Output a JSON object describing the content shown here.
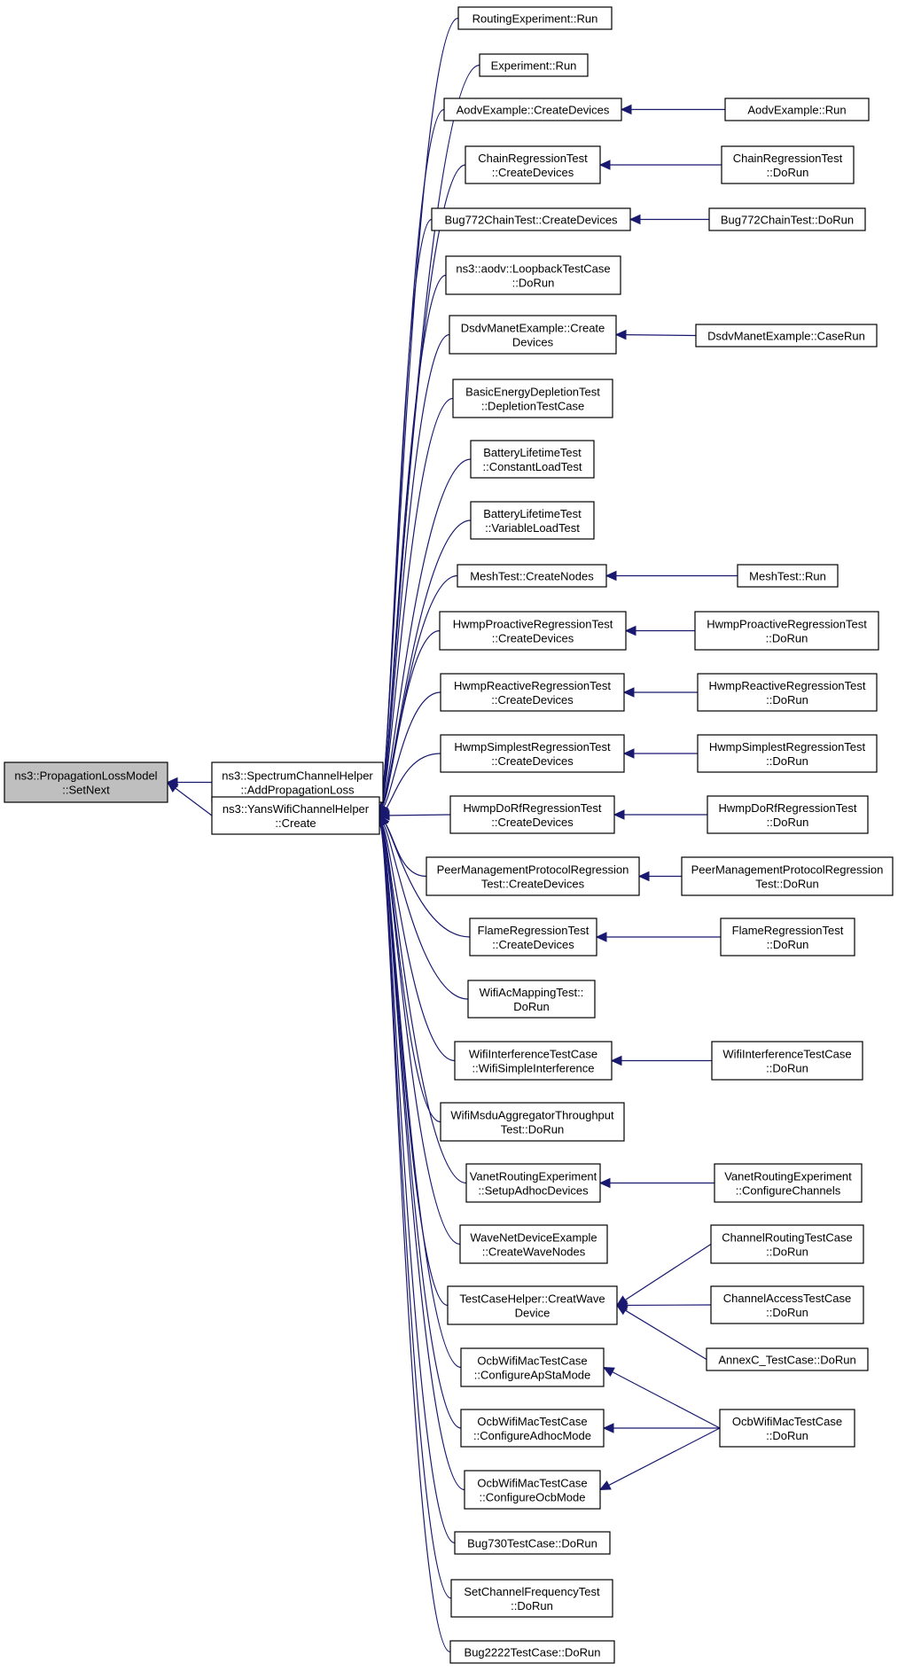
{
  "nodes": [
    {
      "id": "setnext",
      "lines": [
        "ns3::PropagationLossModel",
        "::SetNext"
      ],
      "root": true
    },
    {
      "id": "spectrum",
      "lines": [
        "ns3::SpectrumChannelHelper",
        "::AddPropagationLoss"
      ]
    },
    {
      "id": "yans",
      "lines": [
        "ns3::YansWifiChannelHelper",
        "::Create"
      ]
    },
    {
      "id": "routing_exp",
      "lines": [
        "RoutingExperiment::Run"
      ]
    },
    {
      "id": "experiment",
      "lines": [
        "Experiment::Run"
      ]
    },
    {
      "id": "aodv_create",
      "lines": [
        "AodvExample::CreateDevices"
      ]
    },
    {
      "id": "aodv_run",
      "lines": [
        "AodvExample::Run"
      ]
    },
    {
      "id": "chain_create",
      "lines": [
        "ChainRegressionTest",
        "::CreateDevices"
      ]
    },
    {
      "id": "chain_run",
      "lines": [
        "ChainRegressionTest",
        "::DoRun"
      ]
    },
    {
      "id": "bug772_create",
      "lines": [
        "Bug772ChainTest::CreateDevices"
      ]
    },
    {
      "id": "bug772_run",
      "lines": [
        "Bug772ChainTest::DoRun"
      ]
    },
    {
      "id": "loopback",
      "lines": [
        "ns3::aodv::LoopbackTestCase",
        "::DoRun"
      ]
    },
    {
      "id": "dsdv_create",
      "lines": [
        "DsdvManetExample::Create",
        "Devices"
      ]
    },
    {
      "id": "dsdv_run",
      "lines": [
        "DsdvManetExample::CaseRun"
      ]
    },
    {
      "id": "energy",
      "lines": [
        "BasicEnergyDepletionTest",
        "::DepletionTestCase"
      ]
    },
    {
      "id": "battery_const",
      "lines": [
        "BatteryLifetimeTest",
        "::ConstantLoadTest"
      ]
    },
    {
      "id": "battery_var",
      "lines": [
        "BatteryLifetimeTest",
        "::VariableLoadTest"
      ]
    },
    {
      "id": "mesh_create",
      "lines": [
        "MeshTest::CreateNodes"
      ]
    },
    {
      "id": "mesh_run",
      "lines": [
        "MeshTest::Run"
      ]
    },
    {
      "id": "hwmp_pro_create",
      "lines": [
        "HwmpProactiveRegressionTest",
        "::CreateDevices"
      ]
    },
    {
      "id": "hwmp_pro_run",
      "lines": [
        "HwmpProactiveRegressionTest",
        "::DoRun"
      ]
    },
    {
      "id": "hwmp_re_create",
      "lines": [
        "HwmpReactiveRegressionTest",
        "::CreateDevices"
      ]
    },
    {
      "id": "hwmp_re_run",
      "lines": [
        "HwmpReactiveRegressionTest",
        "::DoRun"
      ]
    },
    {
      "id": "hwmp_simp_create",
      "lines": [
        "HwmpSimplestRegressionTest",
        "::CreateDevices"
      ]
    },
    {
      "id": "hwmp_simp_run",
      "lines": [
        "HwmpSimplestRegressionTest",
        "::DoRun"
      ]
    },
    {
      "id": "hwmp_dorf_create",
      "lines": [
        "HwmpDoRfRegressionTest",
        "::CreateDevices"
      ]
    },
    {
      "id": "hwmp_dorf_run",
      "lines": [
        "HwmpDoRfRegressionTest",
        "::DoRun"
      ]
    },
    {
      "id": "peer_create",
      "lines": [
        "PeerManagementProtocolRegression",
        "Test::CreateDevices"
      ]
    },
    {
      "id": "peer_run",
      "lines": [
        "PeerManagementProtocolRegression",
        "Test::DoRun"
      ]
    },
    {
      "id": "flame_create",
      "lines": [
        "FlameRegressionTest",
        "::CreateDevices"
      ]
    },
    {
      "id": "flame_run",
      "lines": [
        "FlameRegressionTest",
        "::DoRun"
      ]
    },
    {
      "id": "wifiac",
      "lines": [
        "WifiAcMappingTest::",
        "DoRun"
      ]
    },
    {
      "id": "wifiint_create",
      "lines": [
        "WifiInterferenceTestCase",
        "::WifiSimpleInterference"
      ]
    },
    {
      "id": "wifiint_run",
      "lines": [
        "WifiInterferenceTestCase",
        "::DoRun"
      ]
    },
    {
      "id": "wifimsdu",
      "lines": [
        "WifiMsduAggregatorThroughput",
        "Test::DoRun"
      ]
    },
    {
      "id": "vanet_setup",
      "lines": [
        "VanetRoutingExperiment",
        "::SetupAdhocDevices"
      ]
    },
    {
      "id": "vanet_conf",
      "lines": [
        "VanetRoutingExperiment",
        "::ConfigureChannels"
      ]
    },
    {
      "id": "wavenet",
      "lines": [
        "WaveNetDeviceExample",
        "::CreateWaveNodes"
      ]
    },
    {
      "id": "tchelper",
      "lines": [
        "TestCaseHelper::CreatWave",
        "Device"
      ]
    },
    {
      "id": "chrouting",
      "lines": [
        "ChannelRoutingTestCase",
        "::DoRun"
      ]
    },
    {
      "id": "chaccess",
      "lines": [
        "ChannelAccessTestCase",
        "::DoRun"
      ]
    },
    {
      "id": "annexc",
      "lines": [
        "AnnexC_TestCase::DoRun"
      ]
    },
    {
      "id": "ocb_apsta",
      "lines": [
        "OcbWifiMacTestCase",
        "::ConfigureApStaMode"
      ]
    },
    {
      "id": "ocb_adhoc",
      "lines": [
        "OcbWifiMacTestCase",
        "::ConfigureAdhocMode"
      ]
    },
    {
      "id": "ocb_ocb",
      "lines": [
        "OcbWifiMacTestCase",
        "::ConfigureOcbMode"
      ]
    },
    {
      "id": "ocb_run",
      "lines": [
        "OcbWifiMacTestCase",
        "::DoRun"
      ]
    },
    {
      "id": "bug730",
      "lines": [
        "Bug730TestCase::DoRun"
      ]
    },
    {
      "id": "setchannel",
      "lines": [
        "SetChannelFrequencyTest",
        "::DoRun"
      ]
    },
    {
      "id": "bug2222",
      "lines": [
        "Bug2222TestCase::DoRun"
      ]
    }
  ],
  "edges": [
    [
      "spectrum",
      "setnext"
    ],
    [
      "yans",
      "setnext"
    ],
    [
      "routing_exp",
      "yans"
    ],
    [
      "experiment",
      "yans"
    ],
    [
      "aodv_create",
      "yans"
    ],
    [
      "chain_create",
      "yans"
    ],
    [
      "bug772_create",
      "yans"
    ],
    [
      "loopback",
      "yans"
    ],
    [
      "dsdv_create",
      "yans"
    ],
    [
      "energy",
      "yans"
    ],
    [
      "battery_const",
      "yans"
    ],
    [
      "battery_var",
      "yans"
    ],
    [
      "mesh_create",
      "yans"
    ],
    [
      "hwmp_pro_create",
      "yans"
    ],
    [
      "hwmp_re_create",
      "yans"
    ],
    [
      "hwmp_simp_create",
      "yans"
    ],
    [
      "hwmp_dorf_create",
      "yans"
    ],
    [
      "peer_create",
      "yans"
    ],
    [
      "flame_create",
      "yans"
    ],
    [
      "wifiac",
      "yans"
    ],
    [
      "wifiint_create",
      "yans"
    ],
    [
      "wifimsdu",
      "yans"
    ],
    [
      "vanet_setup",
      "yans"
    ],
    [
      "wavenet",
      "yans"
    ],
    [
      "tchelper",
      "yans"
    ],
    [
      "ocb_apsta",
      "yans"
    ],
    [
      "ocb_adhoc",
      "yans"
    ],
    [
      "ocb_ocb",
      "yans"
    ],
    [
      "bug730",
      "yans"
    ],
    [
      "setchannel",
      "yans"
    ],
    [
      "bug2222",
      "yans"
    ],
    [
      "aodv_run",
      "aodv_create"
    ],
    [
      "chain_run",
      "chain_create"
    ],
    [
      "bug772_run",
      "bug772_create"
    ],
    [
      "dsdv_run",
      "dsdv_create"
    ],
    [
      "mesh_run",
      "mesh_create"
    ],
    [
      "hwmp_pro_run",
      "hwmp_pro_create"
    ],
    [
      "hwmp_re_run",
      "hwmp_re_create"
    ],
    [
      "hwmp_simp_run",
      "hwmp_simp_create"
    ],
    [
      "hwmp_dorf_run",
      "hwmp_dorf_create"
    ],
    [
      "peer_run",
      "peer_create"
    ],
    [
      "flame_run",
      "flame_create"
    ],
    [
      "wifiint_run",
      "wifiint_create"
    ],
    [
      "vanet_conf",
      "vanet_setup"
    ],
    [
      "chrouting",
      "tchelper"
    ],
    [
      "chaccess",
      "tchelper"
    ],
    [
      "annexc",
      "tchelper"
    ],
    [
      "ocb_run",
      "ocb_apsta"
    ],
    [
      "ocb_run",
      "ocb_adhoc"
    ],
    [
      "ocb_run",
      "ocb_ocb"
    ]
  ],
  "colors": {
    "edge": "#191970",
    "node_border": "#000000",
    "root_fill": "#bfbfbf",
    "node_fill": "#ffffff"
  }
}
